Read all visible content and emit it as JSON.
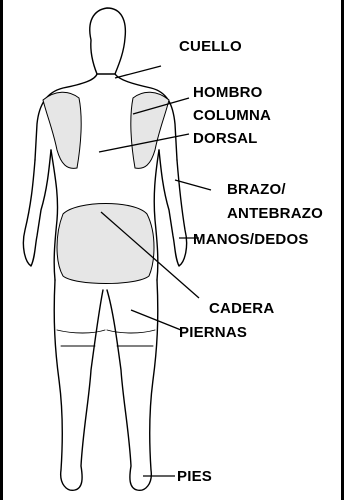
{
  "labels": {
    "neck": "CUELLO",
    "shoulder": "HOMBRO",
    "spine": "COLUMNA",
    "dorsal": "DORSAL",
    "arm": "BRAZO/",
    "forearm": "ANTEBRAZO",
    "hands": "MANOS/DEDOS",
    "hip": "CADERA",
    "legs": "PIERNAS",
    "feet": "PIES"
  },
  "colors": {
    "line": "#000000",
    "region_fill": "#e6e6e6",
    "background": "#ffffff"
  }
}
